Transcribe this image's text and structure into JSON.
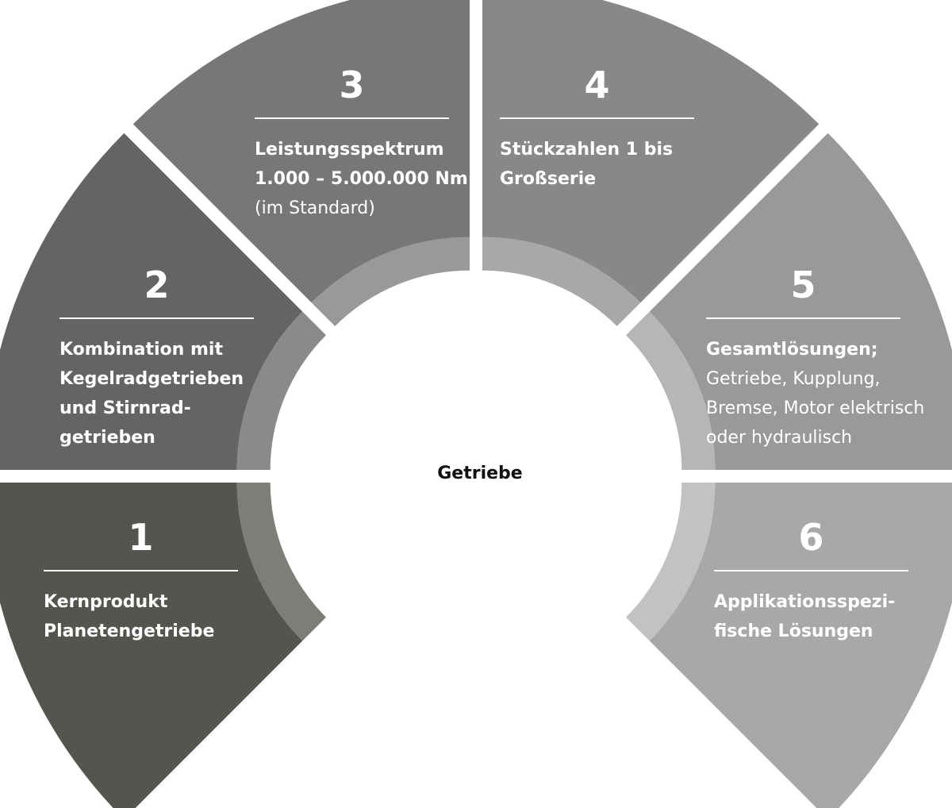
{
  "center": {
    "label": "Getriebe"
  },
  "segments": [
    {
      "number": "1",
      "lines": [
        {
          "text": "Kernprodukt",
          "bold": true
        },
        {
          "text": "Planetengetriebe",
          "bold": true
        }
      ],
      "color": "#54554f",
      "ring_color": "#7d7e78"
    },
    {
      "number": "2",
      "lines": [
        {
          "text": "Kombination mit",
          "bold": true
        },
        {
          "text": "Kegelradgetrieben",
          "bold": true
        },
        {
          "text": "und Stirnrad-",
          "bold": true
        },
        {
          "text": "getrieben",
          "bold": true
        }
      ],
      "color": "#646464",
      "ring_color": "#8a8a8a"
    },
    {
      "number": "3",
      "lines": [
        {
          "text": "Leistungsspektrum",
          "bold": true
        },
        {
          "text": "1.000 – 5.000.000 Nm",
          "bold": true
        },
        {
          "text": "(im Standard)",
          "bold": false
        }
      ],
      "color": "#777777",
      "ring_color": "#999999"
    },
    {
      "number": "4",
      "lines": [
        {
          "text": "Stückzahlen 1 bis",
          "bold": true
        },
        {
          "text": "Großserie",
          "bold": true
        }
      ],
      "color": "#888888",
      "ring_color": "#a8a8a8"
    },
    {
      "number": "5",
      "lines": [
        {
          "text": "Gesamtlösungen;",
          "bold": true
        },
        {
          "text": "Getriebe, Kupplung,",
          "bold": false
        },
        {
          "text": "Bremse, Motor elektrisch",
          "bold": false
        },
        {
          "text": "oder hydraulisch",
          "bold": false
        }
      ],
      "color": "#999999",
      "ring_color": "#b6b6b6"
    },
    {
      "number": "6",
      "lines": [
        {
          "text": "Applikationsspezi-",
          "bold": true
        },
        {
          "text": "fische Lösungen",
          "bold": true
        }
      ],
      "color": "#a8a8a8",
      "ring_color": "#c2c2c2"
    }
  ]
}
